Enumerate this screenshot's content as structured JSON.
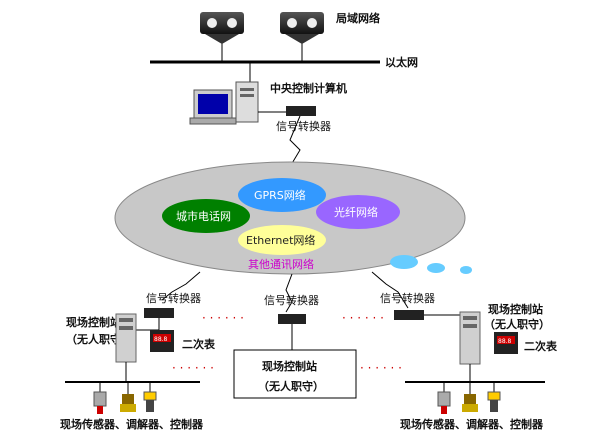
{
  "labels": {
    "lan": "局域网络",
    "ethernet": "以太网",
    "central_computer": "中央控制计算机",
    "converter_top": "信号转换器",
    "gprs": "GPRS网络",
    "city_phone": "城市电话网",
    "fiber": "光纤网络",
    "ethernet_net": "Ethernet网络",
    "other_comm": "其他通讯网络",
    "converter_left": "信号转换器",
    "converter_mid": "信号转换器",
    "converter_right": "信号转换器",
    "field_station_left": "现场控制站",
    "unattended_left": "（无人职守）",
    "secondary_left": "二次表",
    "field_station_center": "现场控制站",
    "unattended_center": "（无人职守）",
    "field_station_right": "现场控制站",
    "unattended_right": "（无人职守）",
    "secondary_right": "二次表",
    "devices_left": "现场传感器、调解器、控制器",
    "devices_right": "现场传感器、调解器、控制器",
    "dots": "· · · · · ·",
    "meter_display": "88.8"
  },
  "colors": {
    "cloud": "#c8c8c8",
    "gprs": "#3399ff",
    "city": "#008000",
    "fiber": "#9966ff",
    "ethernet_fill": "#ffff99",
    "other_text": "#cc00cc",
    "water": "#66ccff"
  },
  "icons": [
    "camera-icon",
    "computer-icon",
    "converter-icon",
    "cabinet-icon",
    "meter-icon",
    "sensor-icon"
  ]
}
